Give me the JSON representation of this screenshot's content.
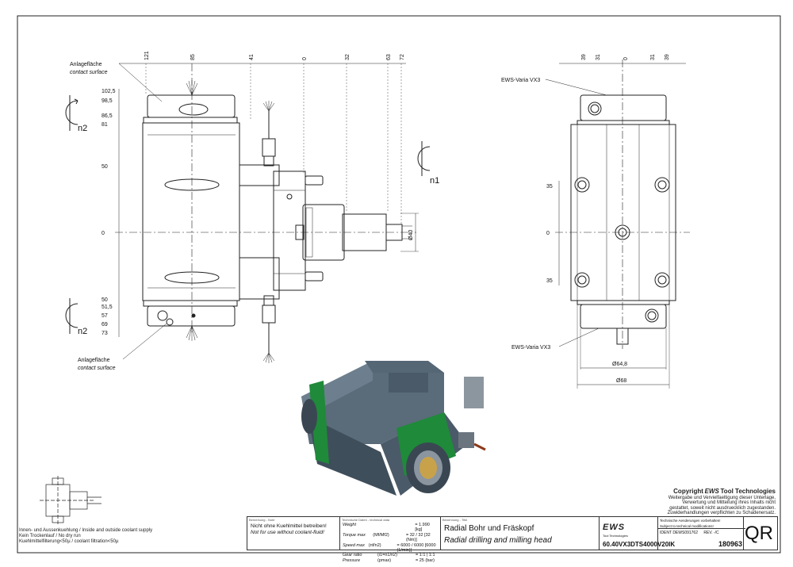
{
  "front_view": {
    "contact_top_de": "Anlagefläche",
    "contact_top_en": "contact surface",
    "contact_bottom_de": "Anlagefläche",
    "contact_bottom_en": "contact surface",
    "top_dims": [
      "121",
      "85",
      "41",
      "0",
      "32",
      "63",
      "72"
    ],
    "left_dims": [
      "102,5",
      "98,5",
      "86,5",
      "81",
      "50",
      "0",
      "50",
      "51,5",
      "57",
      "69",
      "73"
    ],
    "dia_label": "Ø40",
    "rot_top": "n2",
    "rot_bottom": "n2",
    "rot_right": "n1"
  },
  "side_view": {
    "top_dims": [
      "39",
      "31",
      "0",
      "31",
      "39"
    ],
    "left_dims": [
      "35",
      "0",
      "35"
    ],
    "varia_top": "EWS-Varia VX3",
    "varia_bottom": "EWS-Varia VX3",
    "dia_1": "Ø64,8",
    "dia_2": "Ø68"
  },
  "coolant_note": {
    "line1": "Innen- und Aussenkuehlung / Inside and outside coolant supply",
    "line2": "Kein Trockenlauf / No dry run",
    "line3": "Kuehlmittelfilterung<50µ / coolant filtration<50µ"
  },
  "copyright": {
    "title_prefix": "Copyright",
    "brand": "EWS",
    "title_suffix": "Tool Technologies",
    "text": "Weitergabe und Vervielfaeltigung dieser Unterlage, Verwertung und Mitteilung ihres Inhalts nicht gestattet, soweit nicht ausdruecklich zugestanden. Zuwiderhandlungen verpflichten zu Schadenersatz."
  },
  "title_block": {
    "remark_header": "Bemerkung - Note",
    "remark_de": "Nicht ohne Kuehlmittel betreiben!",
    "remark_en": "Not for use without coolant-fluid!",
    "tech_header": "Technische Daten - technical data",
    "tech_rows": [
      {
        "label": "Weight",
        "unit": "",
        "value": "= 1.990 [kg]"
      },
      {
        "label": "Torque max",
        "unit": "(Mf/Mf2)",
        "value": "= 32 / 32 [32 (Nm)]"
      },
      {
        "label": "Speed max",
        "unit": "(nf/n2)",
        "value": "= 6000 / 6000 [6000 (1/min)]"
      },
      {
        "label": "Gear ratio",
        "unit": "(i1=n1/n2)",
        "value": "= 1:1 | 1:1"
      },
      {
        "label": "Pressure",
        "unit": "(pmax)",
        "value": "= 25 (bar)"
      }
    ],
    "name_header": "Benennung - Title",
    "name_de": "Radial Bohr und Fräskopf",
    "name_en": "Radial drilling and milling head",
    "company_logo": "EWS",
    "company_sub": "Tool Technologies",
    "change_note_de": "Technische Aenderungen vorbehalten!",
    "change_note_en": "Subject to technical modifications!",
    "ident_label": "IDENT",
    "ident_value": "DEWS091762",
    "rev_label": "REV.",
    "rev_value": "-/C",
    "part_no": "60.40VX3DTS4000V20IK",
    "drawing_no": "180963",
    "qr": "QR"
  },
  "colors": {
    "body": "#4a5a68",
    "accent_green": "#1f8a3a",
    "line": "#222222",
    "brass": "#c8a24a"
  }
}
